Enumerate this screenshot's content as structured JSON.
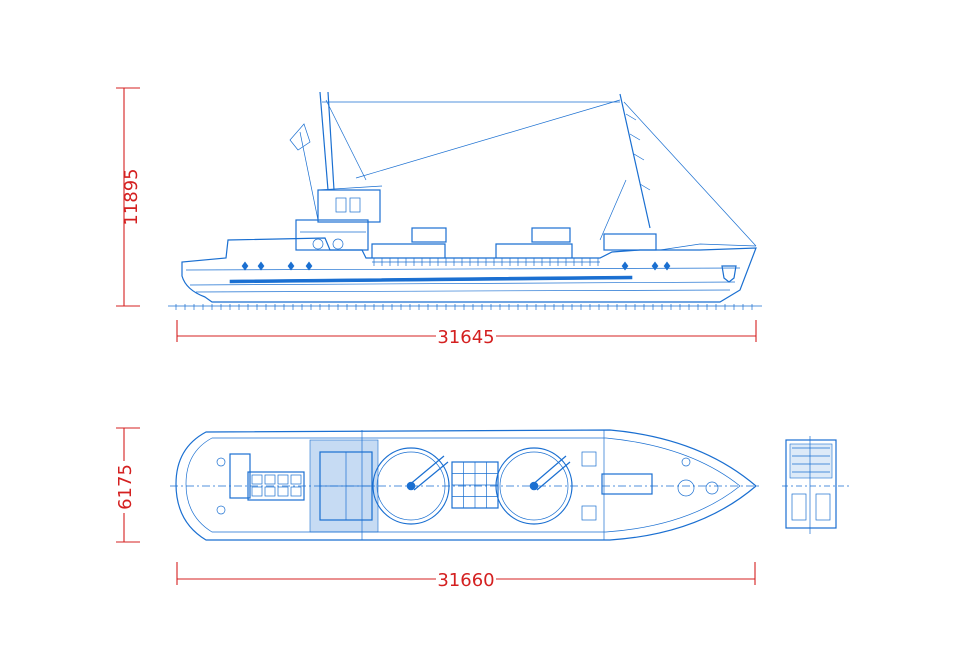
{
  "drawing": {
    "views": [
      "side-elevation",
      "plan-view",
      "end-view"
    ],
    "dimensions": {
      "side_height": "11895",
      "side_length": "31645",
      "plan_width": "6175",
      "plan_length": "31660"
    },
    "colors": {
      "background": "#ffffff",
      "ship_lines": "#1a6fd1",
      "dimension_lines": "#d42020"
    }
  }
}
